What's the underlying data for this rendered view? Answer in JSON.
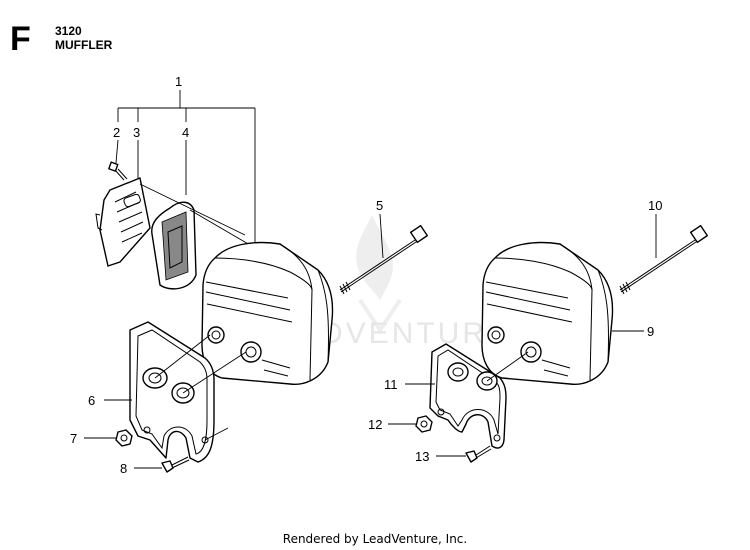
{
  "header": {
    "section_letter": "F",
    "section_code": "3120",
    "section_name": "MUFFLER"
  },
  "watermark": {
    "text": "ADVENTURE"
  },
  "callouts": [
    {
      "id": "c1",
      "label": "1"
    },
    {
      "id": "c2",
      "label": "2"
    },
    {
      "id": "c3",
      "label": "3"
    },
    {
      "id": "c4",
      "label": "4"
    },
    {
      "id": "c5",
      "label": "5"
    },
    {
      "id": "c6",
      "label": "6"
    },
    {
      "id": "c7",
      "label": "7"
    },
    {
      "id": "c8",
      "label": "8"
    },
    {
      "id": "c9",
      "label": "9"
    },
    {
      "id": "c10",
      "label": "10"
    },
    {
      "id": "c11",
      "label": "11"
    },
    {
      "id": "c12",
      "label": "12"
    },
    {
      "id": "c13",
      "label": "13"
    }
  ],
  "footer": {
    "text": "Rendered by LeadVenture, Inc."
  }
}
